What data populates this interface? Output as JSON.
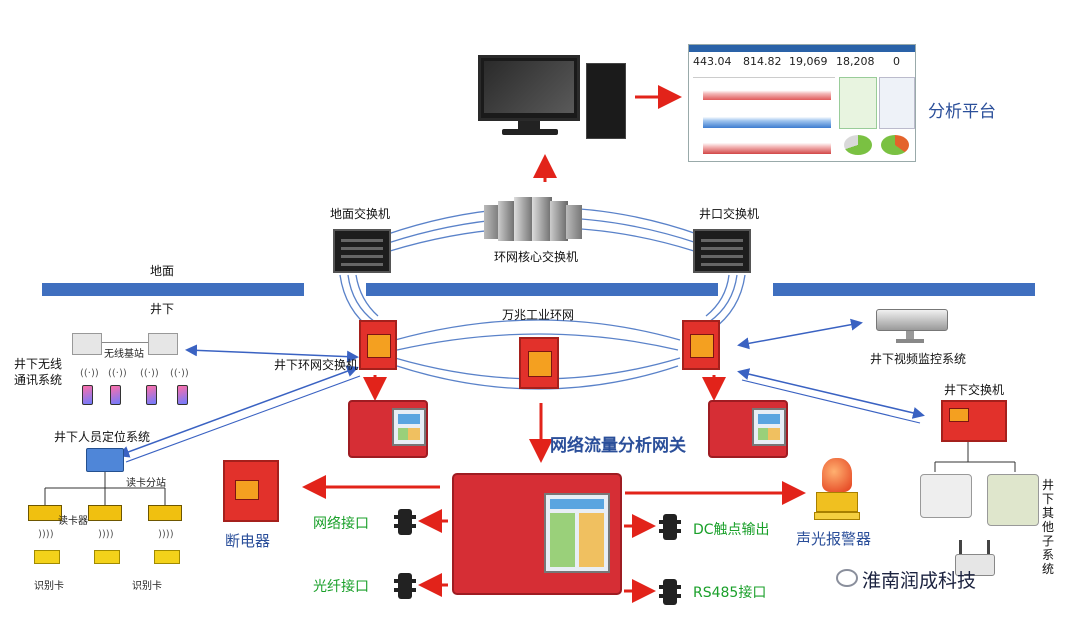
{
  "colors": {
    "arrow_red": "#e2231a",
    "link_blue": "#3a62c2",
    "band_blue": "#3f6fbf",
    "label_blue": "#2b4f9a",
    "label_green": "#1aa02a",
    "device_red": "#e2312b"
  },
  "labels": {
    "analysis_platform": "分析平台",
    "ground_switch": "地面交换机",
    "core_switch": "环网核心交换机",
    "shaft_switch": "井口交换机",
    "surface": "地面",
    "underground": "井下",
    "ring_network": "万兆工业环网",
    "ug_ring_switch": "井下环网交换机",
    "ug_wireless_line1": "井下无线",
    "ug_wireless_line2": "通讯系统",
    "wireless_base": "无线基站",
    "ug_video": "井下视频监控系统",
    "ug_switch": "井下交换机",
    "personnel_positioning": "井下人员定位系统",
    "card_reader_splitter": "读卡分站",
    "card_reader": "读卡器",
    "id_card_1": "识别卡",
    "id_card_2": "识别卡",
    "gateway": "网络流量分析网关",
    "breaker": "断电器",
    "network_port": "网络接口",
    "fiber_port": "光纤接口",
    "dc_output": "DC触点输出",
    "rs485": "RS485接口",
    "alarm": "声光报警器",
    "other_systems": "井下其他子系统",
    "watermark": "淮南润成科技"
  },
  "dashboard": {
    "metrics": [
      "443.04",
      "814.82",
      "19,069",
      "18,208",
      "0"
    ]
  }
}
